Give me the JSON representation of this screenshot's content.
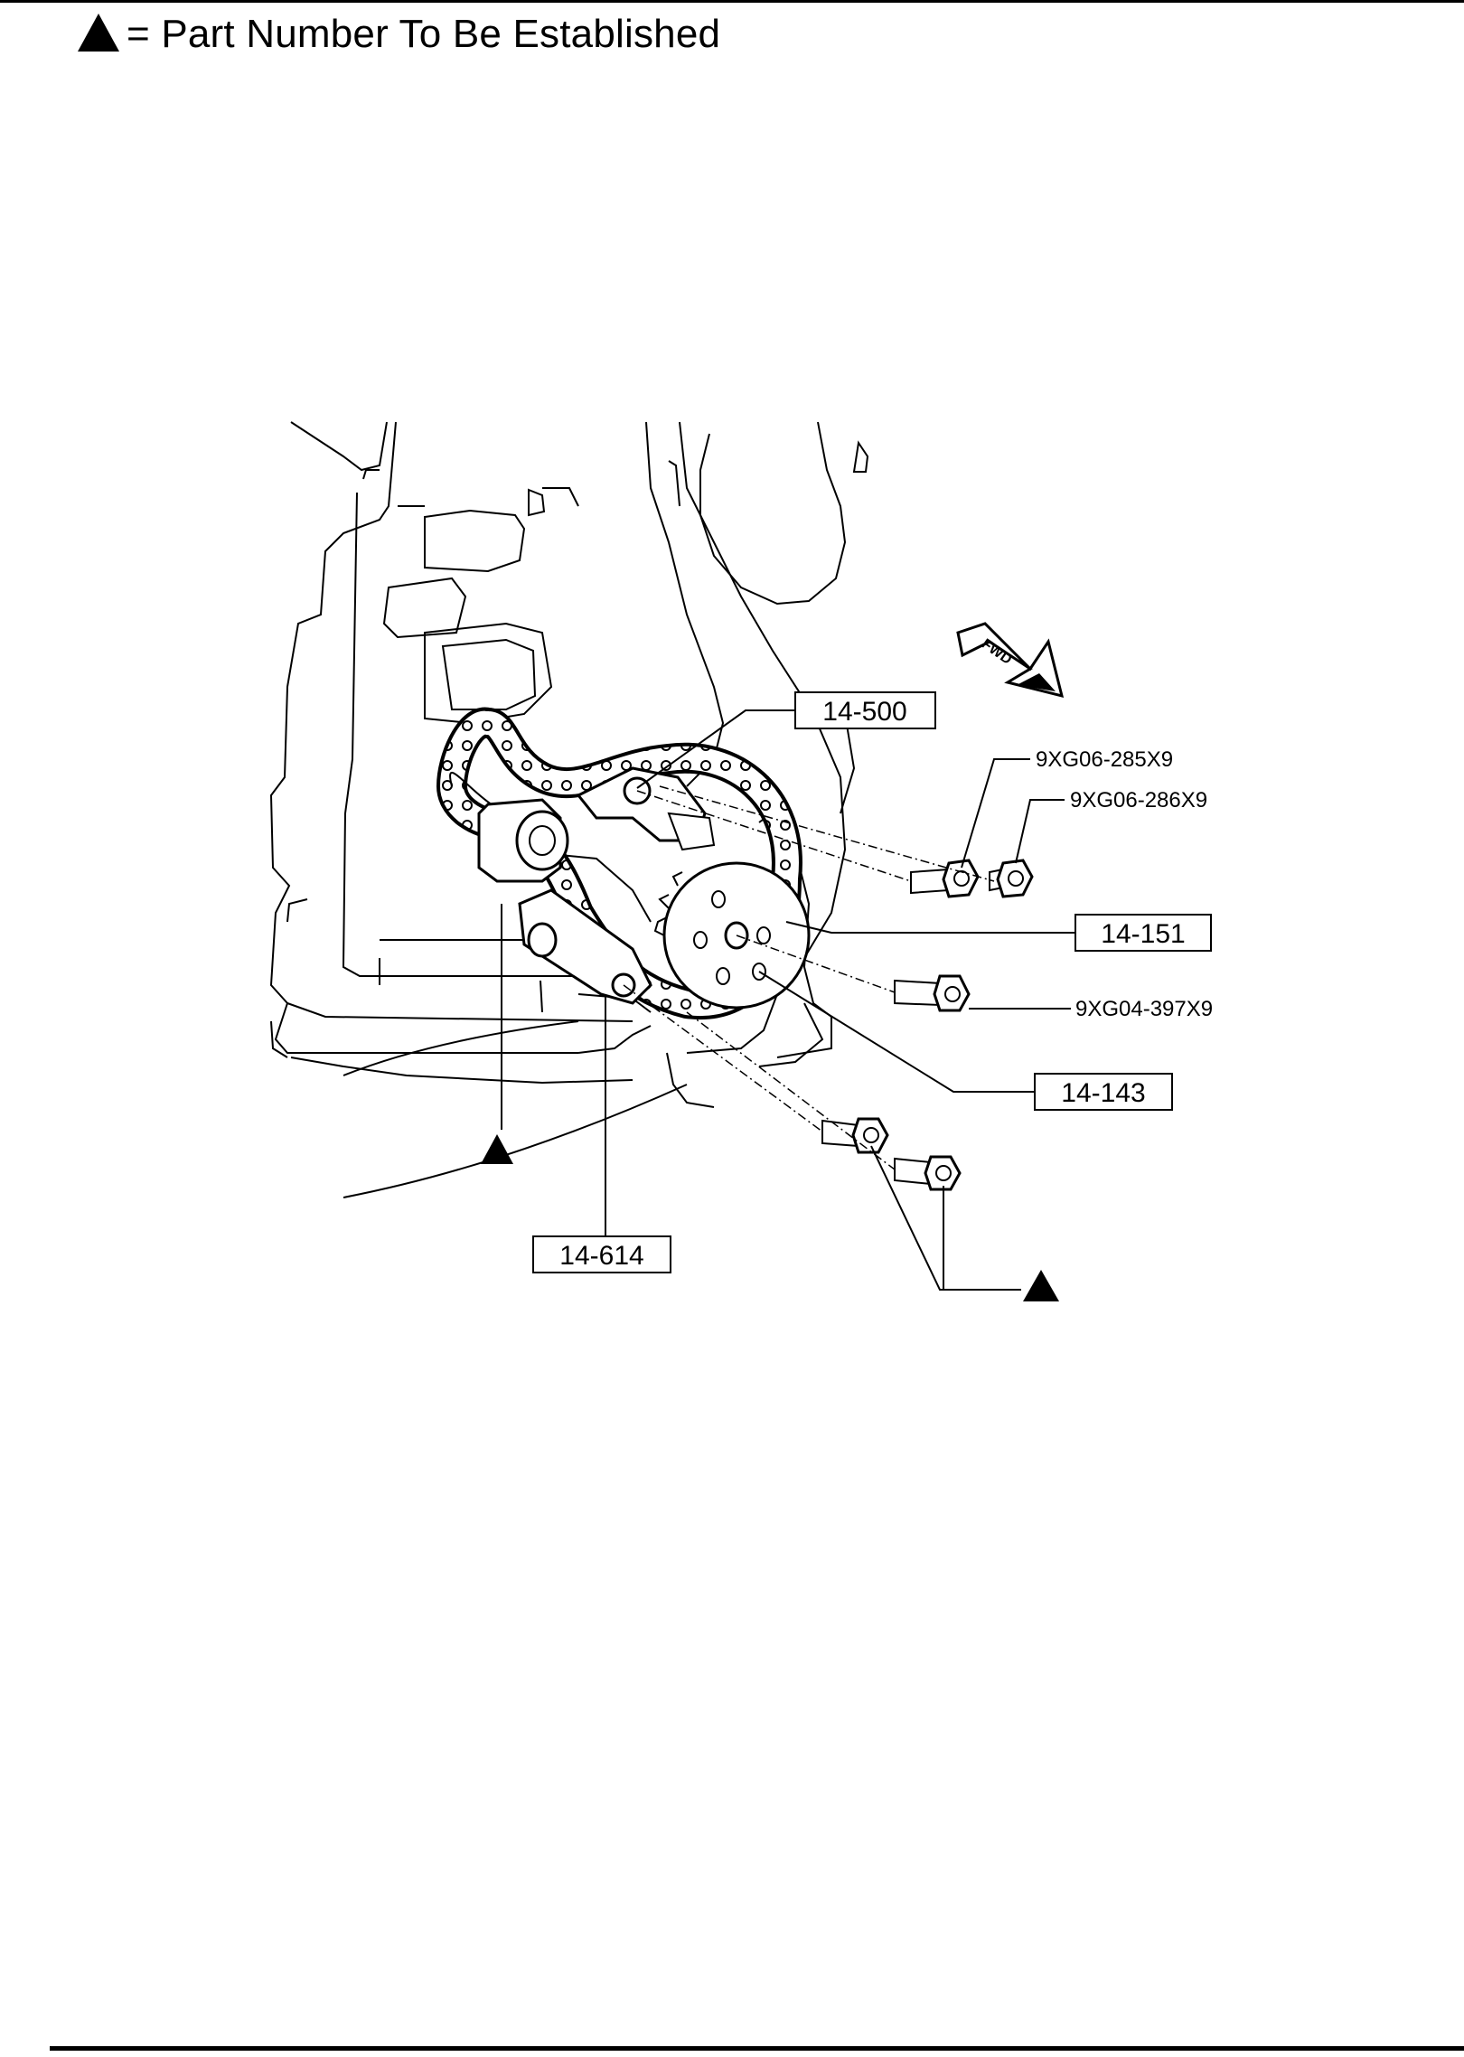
{
  "legend": {
    "symbol": "▲",
    "text": "= Part Number To Be Established"
  },
  "direction_marker": "FWD",
  "callouts": {
    "box_14_500": "14-500",
    "box_14_151": "14-151",
    "box_14_143": "14-143",
    "box_14_614": "14-614",
    "part_9xg06_285x9": "9XG06-285X9",
    "part_9xg06_286x9": "9XG06-286X9",
    "part_9xg04_397x9": "9XG04-397X9"
  }
}
